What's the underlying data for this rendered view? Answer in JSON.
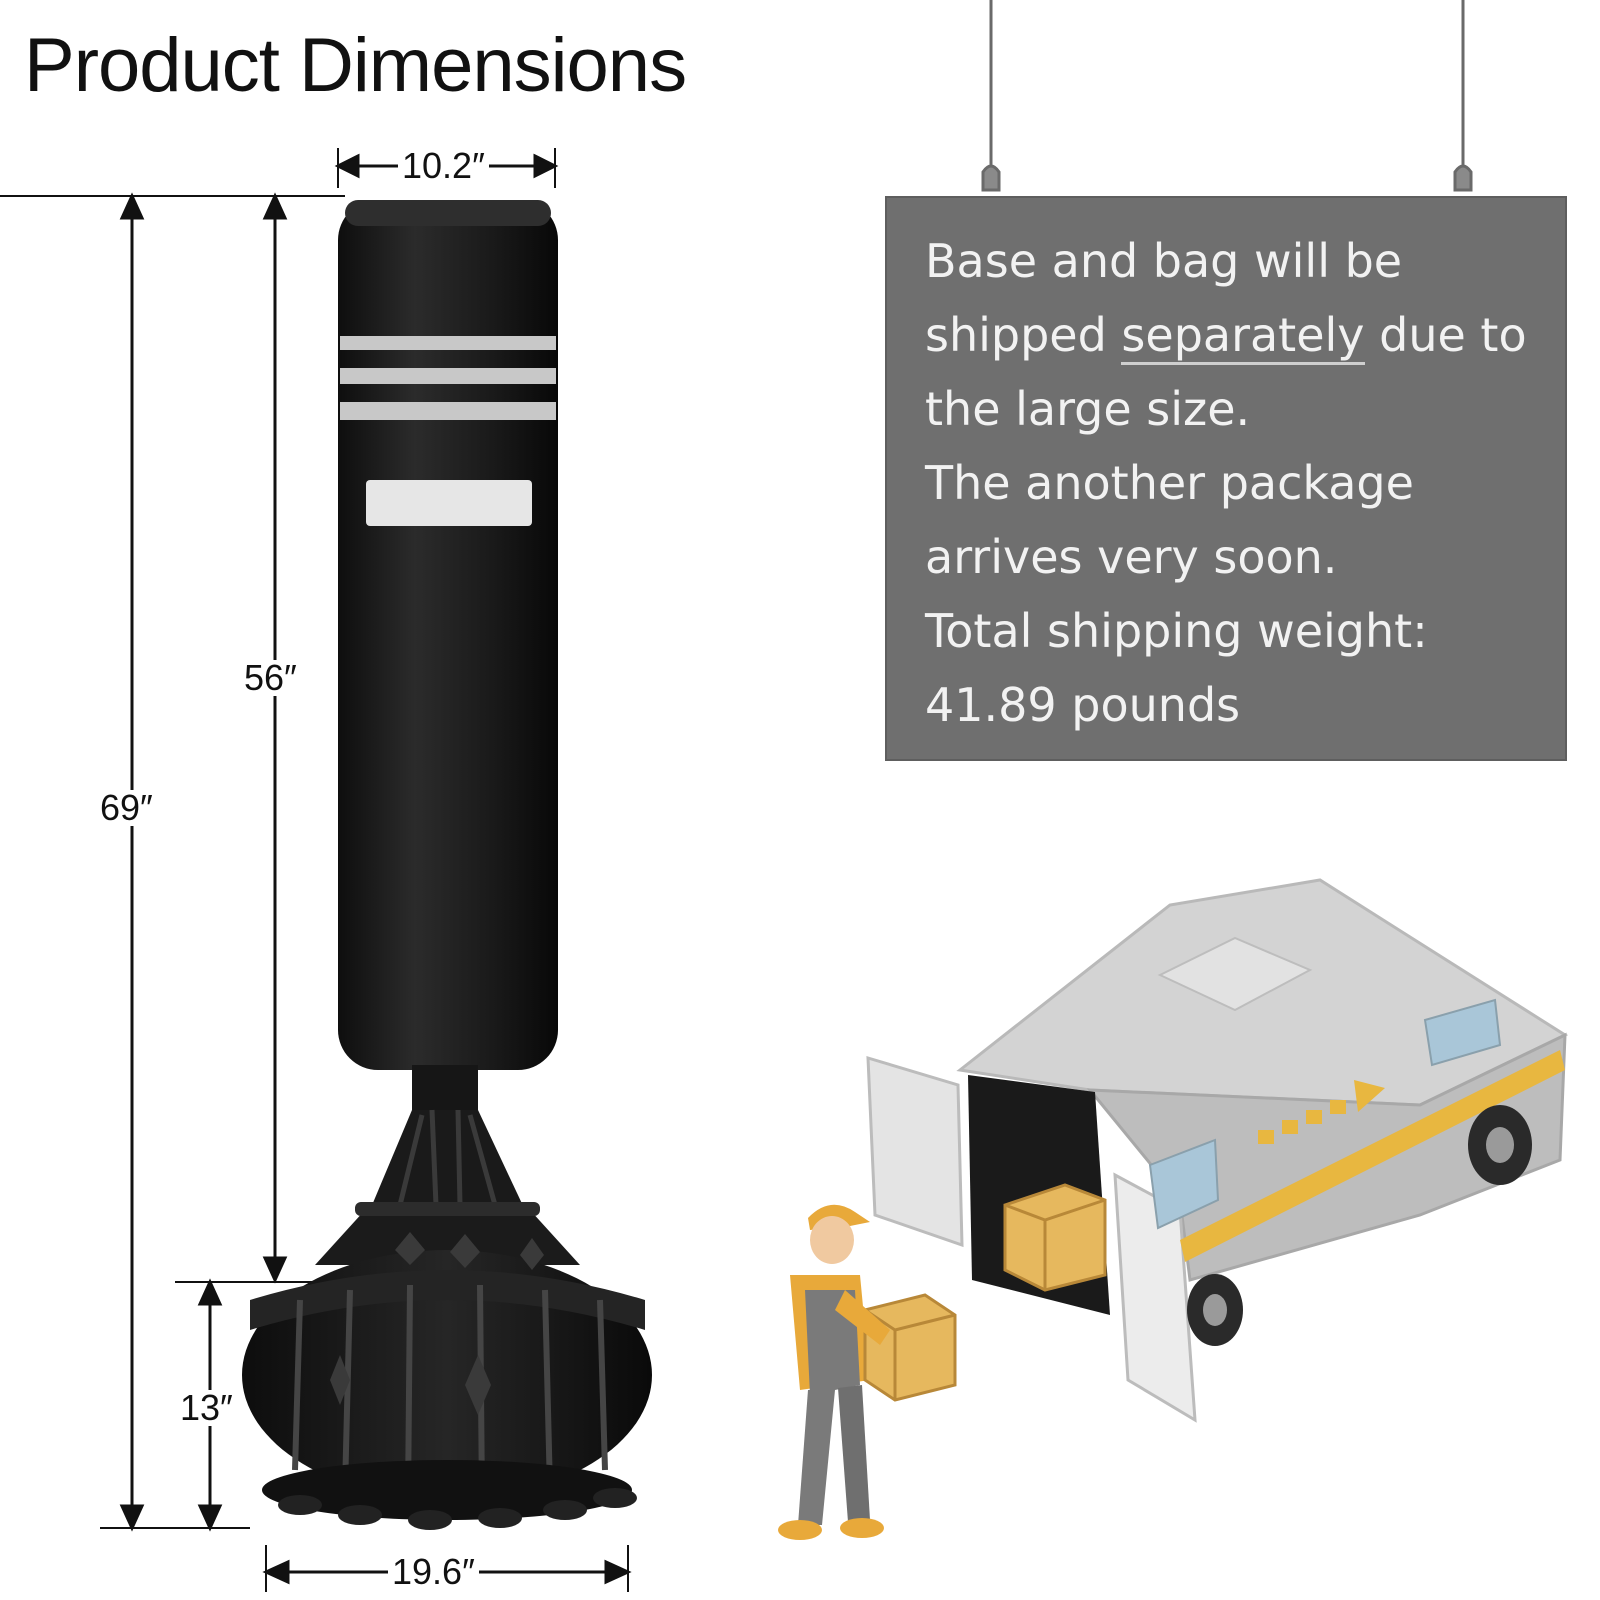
{
  "title": "Product Dimensions",
  "dimensions": {
    "top_width": "10.2″",
    "bag_height": "56″",
    "total_height": "69″",
    "base_height": "13″",
    "base_width": "19.6″"
  },
  "sign": {
    "line1": "Base and bag will be",
    "line2_a": "shipped ",
    "line2_b": "separately",
    "line2_c": " due to",
    "line3": "the large size.",
    "line4": "The another package",
    "line5": "arrives very soon.",
    "line6": "Total shipping weight:",
    "line7": "41.89 pounds"
  },
  "colors": {
    "sign_bg": "#6f6f6f",
    "bag": "#1c1c1c",
    "van_yellow": "#e8b740",
    "van_gray": "#c9c9c9"
  }
}
